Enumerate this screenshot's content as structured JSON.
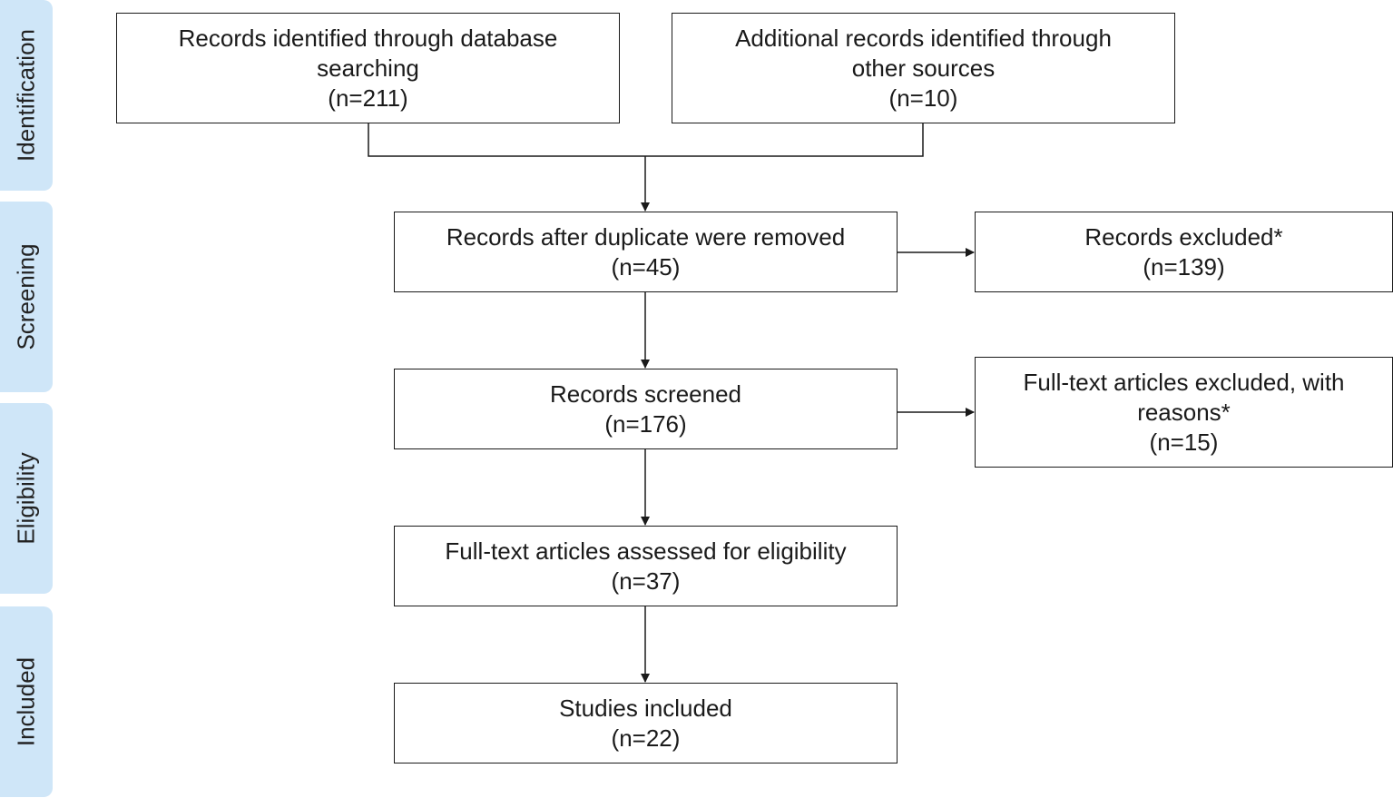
{
  "phases": [
    {
      "id": "identification",
      "label": "Identification"
    },
    {
      "id": "screening",
      "label": "Screening"
    },
    {
      "id": "eligibility",
      "label": "Eligibility"
    },
    {
      "id": "included",
      "label": "Included"
    }
  ],
  "boxes": {
    "database": {
      "line1": "Records identified through database",
      "line2": "searching",
      "count": "(n=211)"
    },
    "other_sources": {
      "line1": "Additional records identified through",
      "line2": "other sources",
      "count": "(n=10)"
    },
    "after_duplicates": {
      "line1": "Records after duplicate were removed",
      "count": "(n=45)"
    },
    "excluded": {
      "line1": "Records excluded*",
      "count": "(n=139)"
    },
    "screened": {
      "line1": "Records screened",
      "count": "(n=176)"
    },
    "fulltext_excluded": {
      "line1": "Full-text articles excluded, with",
      "line2": "reasons*",
      "count": "(n=15)"
    },
    "assessed": {
      "line1": "Full-text articles assessed for eligibility",
      "count": "(n=37)"
    },
    "included": {
      "line1": "Studies included",
      "count": "(n=22)"
    }
  },
  "colors": {
    "phase_tab": "#cfe6f8",
    "line": "#1a1a1a"
  }
}
